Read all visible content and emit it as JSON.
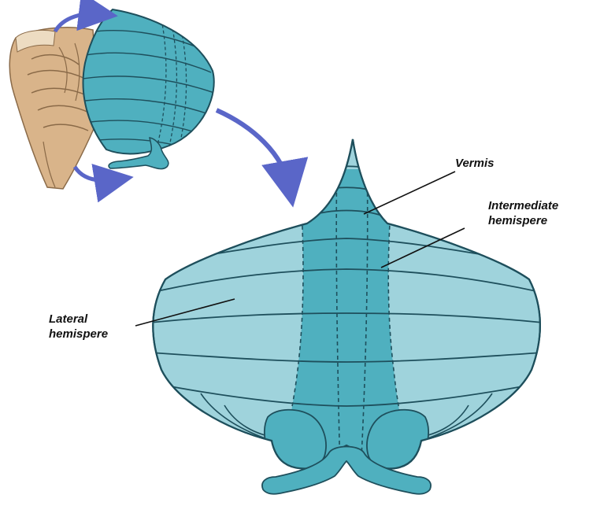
{
  "labels": {
    "vermis": "Vermis",
    "intermediate_line1": "Intermediate",
    "intermediate_line2": "hemispere",
    "lateral_line1": "Lateral",
    "lateral_line2": "hemispere"
  },
  "colors": {
    "lateral_fill": "#9fd3dc",
    "central_fill": "#4fb0bf",
    "outline": "#1e4f5c",
    "arrow": "#5a66c8",
    "brain_tan": "#c8a27a",
    "background": "#ffffff"
  }
}
